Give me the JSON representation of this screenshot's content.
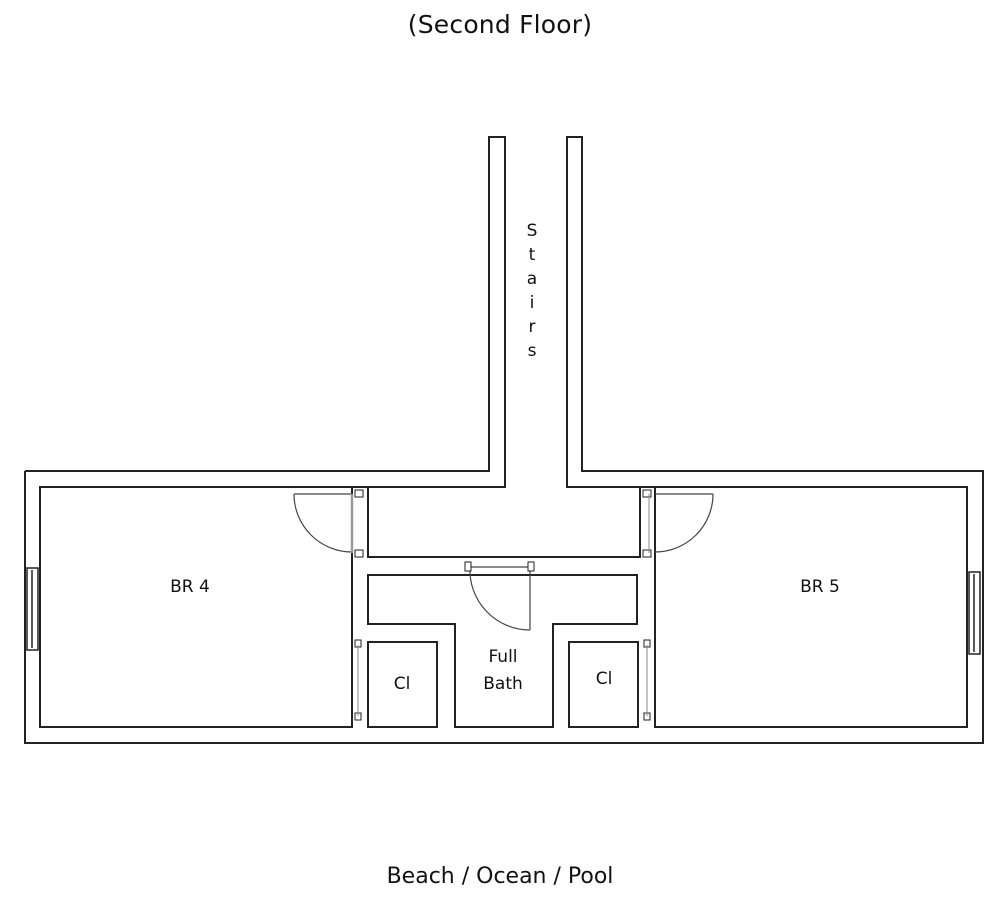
{
  "title": "(Second Floor)",
  "footer": "Beach / Ocean / Pool",
  "rooms": {
    "br4": "BR 4",
    "br5": "BR 5",
    "closet_left": "Cl",
    "closet_right": "Cl",
    "bath_line1": "Full",
    "bath_line2": "Bath"
  },
  "stairs": [
    "S",
    "t",
    "a",
    "i",
    "r",
    "s"
  ]
}
